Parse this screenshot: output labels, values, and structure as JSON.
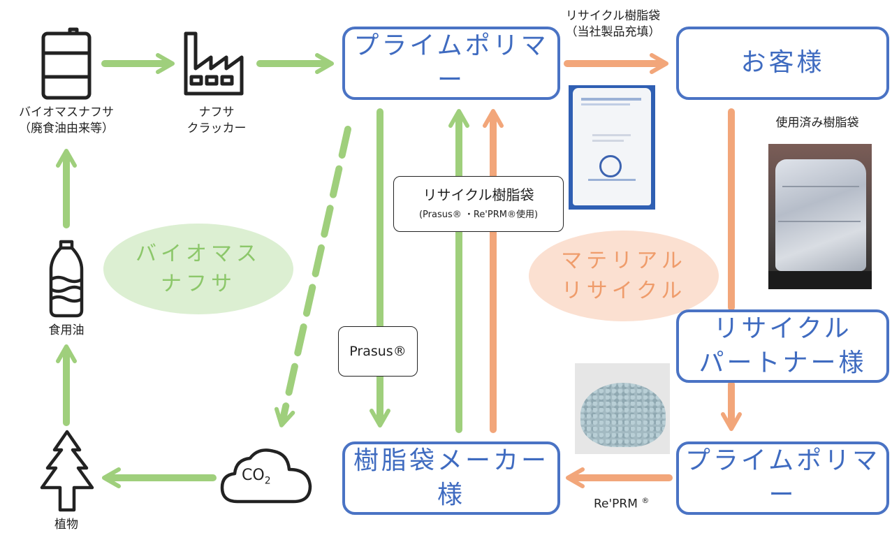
{
  "colors": {
    "green": "#9fcf7c",
    "orange": "#f2a67a",
    "blue": "#4a73c4"
  },
  "boxes": {
    "prime_top": "プライムポリマー",
    "customer": "お客様",
    "partner_line1": "リサイクル",
    "partner_line2": "パートナー様",
    "maker": "樹脂袋メーカー様",
    "prime_bottom": "プライムポリマー"
  },
  "labels": {
    "naphtha_line1": "バイオマスナフサ",
    "naphtha_line2": "（廃食油由来等）",
    "cracker_line1": "ナフサ",
    "cracker_line2": "クラッカー",
    "oil": "食用油",
    "plant": "植物",
    "co2": "CO",
    "co2_sub": "2",
    "recycled_bag_line1": "リサイクル樹脂袋",
    "recycled_bag_line2": "（当社製品充填）",
    "used_bag": "使用済み樹脂袋",
    "repr": "Re'PRM",
    "repr_mark": "®"
  },
  "tags": {
    "recycle_bag_title": "リサイクル樹脂袋",
    "recycle_bag_sub": "(Prasus® ・Re'PRM®使用)",
    "prasus": "Prasus®"
  },
  "circles": {
    "biomass_line1": "バイオマス",
    "biomass_line2": "ナフサ",
    "material_line1": "マテリアル",
    "material_line2": "リサイクル"
  },
  "icons": [
    "drum-icon",
    "factory-icon",
    "bottle-icon",
    "tree-icon",
    "cloud-icon"
  ]
}
